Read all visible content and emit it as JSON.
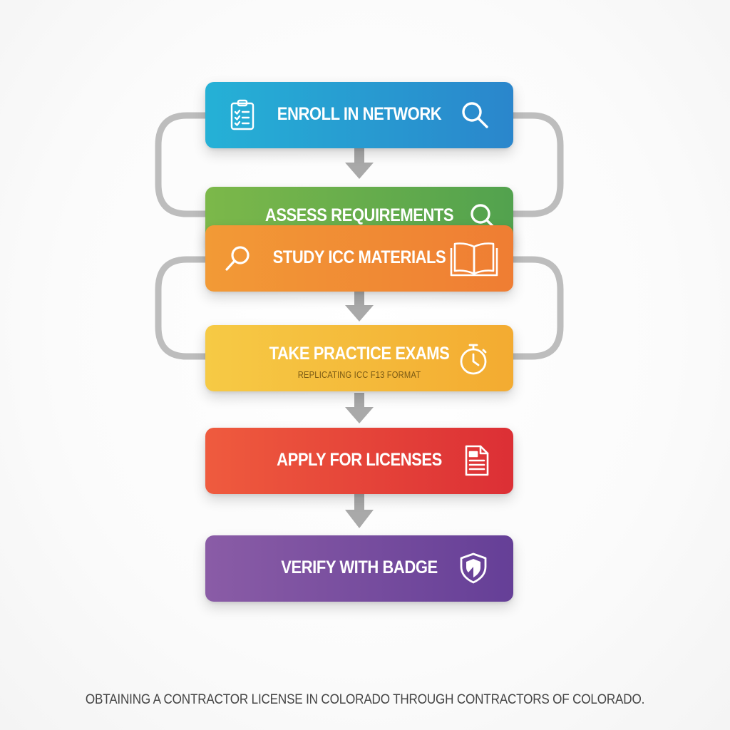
{
  "steps": [
    {
      "id": "enroll",
      "label": "ENROLL IN NETWORK",
      "sublabel": "",
      "icons": [
        "clipboard-checklist-icon",
        "magnifier-icon"
      ],
      "color_start": "#25b1d6",
      "color_end": "#2a86cc"
    },
    {
      "id": "assess",
      "label": "ASSESS REQUIREMENTS",
      "sublabel": "",
      "icons": [
        "magnifier-icon"
      ],
      "color_start": "#7cb84a",
      "color_end": "#52a24e"
    },
    {
      "id": "study",
      "label": "STUDY ICC MATERIALS",
      "sublabel": "",
      "icons": [
        "magnifier-icon",
        "open-book-icon"
      ],
      "color_start": "#f29a36",
      "color_end": "#ef7d33"
    },
    {
      "id": "take",
      "label": "TAKE PRACTICE EXAMS",
      "sublabel": "REPLICATING ICC F13 FORMAT",
      "icons": [
        "stopwatch-icon"
      ],
      "color_start": "#f6ca45",
      "color_end": "#f3ab31"
    },
    {
      "id": "apply",
      "label": "APPLY FOR LICENSES",
      "sublabel": "",
      "icons": [
        "document-icon"
      ],
      "color_start": "#ef5b3e",
      "color_end": "#dc2f35"
    },
    {
      "id": "verify",
      "label": "VERIFY WITH BADGE",
      "sublabel": "",
      "icons": [
        "shield-badge-icon"
      ],
      "color_start": "#8a5ca6",
      "color_end": "#653f97"
    }
  ],
  "caption": "OBTAINING A CONTRACTOR LICENSE IN COLORADO THROUGH CONTRACTORS OF COLORADO.",
  "connector_color": "#b8b8b8"
}
